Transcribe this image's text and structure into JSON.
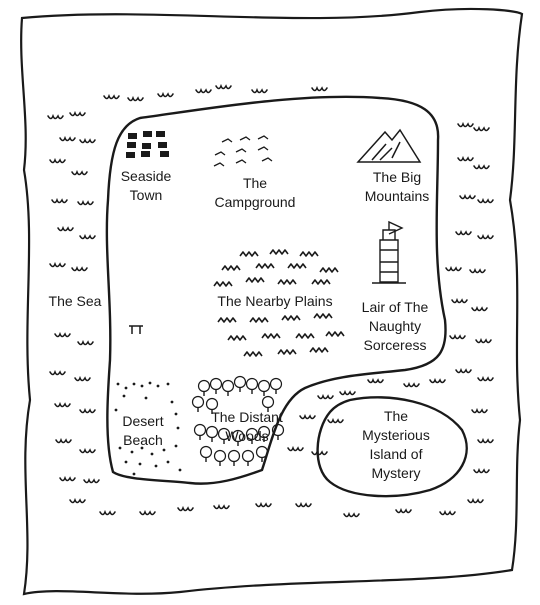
{
  "map": {
    "regions": {
      "seaside_town": [
        "Seaside",
        "Town"
      ],
      "campground": [
        "The",
        "Campground"
      ],
      "big_mountains": [
        "The Big",
        "Mountains"
      ],
      "sea": [
        "The Sea"
      ],
      "nearby_plains": [
        "The Nearby Plains"
      ],
      "sorceress_lair": [
        "Lair of The",
        "Naughty",
        "Sorceress"
      ],
      "desert_beach": [
        "Desert",
        "Beach"
      ],
      "distant_woods": [
        "The Distant",
        "Woods"
      ],
      "mysterious_island": [
        "The",
        "Mysterious",
        "Island of",
        "Mystery"
      ]
    },
    "ink_color": "#1a1a1a",
    "paper_color": "#ffffff",
    "icons": [
      "town-houses-icon",
      "tents-icon",
      "mountain-icon",
      "tower-icon",
      "grass-tufts-icon",
      "trees-icon",
      "sand-dots-icon",
      "wave-icon",
      "hut-icon"
    ]
  }
}
